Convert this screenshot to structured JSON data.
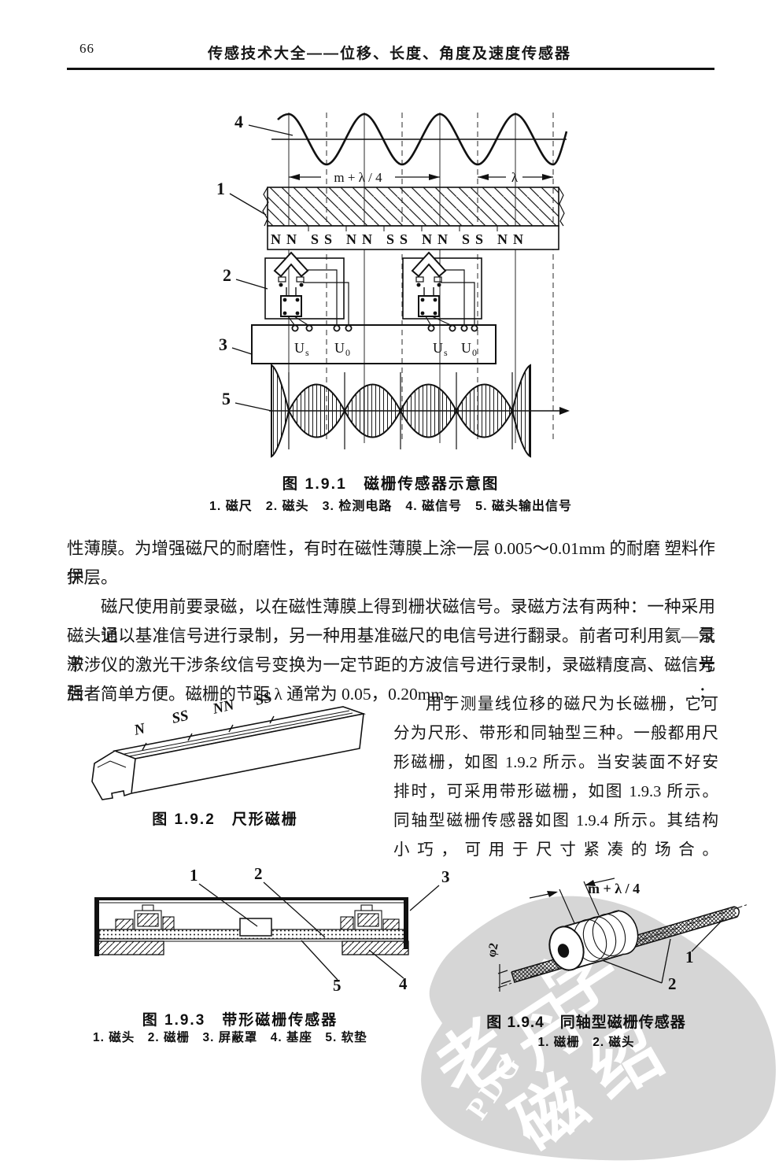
{
  "header": {
    "page_number": "66",
    "title": "传感技术大全——位移、长度、角度及速度传感器"
  },
  "para1": {
    "line1": "性薄膜。为增强磁尺的耐磨性，有时在磁性薄膜上涂一层 0.005～0.01mm 的耐磨 塑料作保",
    "line2": "护层。"
  },
  "para2": {
    "line1": "磁尺使用前要录磁，以在磁性薄膜上得到栅状磁信号。录磁方法有两种：一种采用记录",
    "line2": "磁头通以基准信号进行录制，另一种用基准磁尺的电信号进行翻录。前者可利用氦—氖激光",
    "line3": "干涉仪的激光干涉条纹信号变换为一定节距的方波信号进行录制，录磁精度高、磁信号强；",
    "line4": "后者简单方便。磁栅的节距 λ 通常为 0.05，0.20mm。"
  },
  "column": {
    "line1": "用于测量线位移的磁尺为长磁栅，它可",
    "line2": "分为尺形、带形和同轴型三种。一般都用尺",
    "line3": "形磁栅，如图 1.9.2 所示。当安装面不好安",
    "line4": "排时，可采用带形磁栅，如图 1.9.3 所示。",
    "line5": "同轴型磁栅传感器如图 1.9.4 所示。其结构",
    "line6": "小巧，可用于尺寸紧凑的场合。"
  },
  "fig191": {
    "caption": "图 1.9.1　磁栅传感器示意图",
    "legend": "1. 磁尺　2. 磁头　3. 检测电路　4. 磁信号　5. 磁头输出信号",
    "labels": {
      "n1": "1",
      "n2": "2",
      "n3": "3",
      "n4": "4",
      "n5": "5"
    },
    "dim_pitch": "m + λ / 4",
    "dim_lambda": "λ",
    "poles": [
      "NN",
      "SS",
      "NN",
      "SS",
      "NN",
      "SS",
      "NN"
    ],
    "terminals": [
      {
        "base": "U",
        "sub": "s"
      },
      {
        "base": "U",
        "sub": "0"
      },
      {
        "base": "U",
        "sub": "s"
      },
      {
        "base": "U",
        "sub": "0"
      }
    ]
  },
  "fig192": {
    "caption": "图 1.9.2　尺形磁栅",
    "poles": [
      "N",
      "SS",
      "NN",
      "SS"
    ]
  },
  "fig193": {
    "caption": "图 1.9.3　带形磁栅传感器",
    "legend": "1. 磁头　2. 磁栅　3. 屏蔽罩　4. 基座　5. 软垫",
    "labels": {
      "n1": "1",
      "n2": "2",
      "n3": "3",
      "n4": "4",
      "n5": "5"
    }
  },
  "fig194": {
    "caption": "图 1.9.4　同轴型磁栅传感器",
    "legend": "1. 磁栅　2. 磁头",
    "dim_pitch": "m + λ / 4",
    "dim_phi": "φ2",
    "labels": {
      "n1": "1",
      "n2": "2"
    }
  },
  "watermark": {
    "label": "PDG",
    "glyphs": [
      "学",
      "丹",
      "老",
      "绍",
      "磁"
    ]
  }
}
